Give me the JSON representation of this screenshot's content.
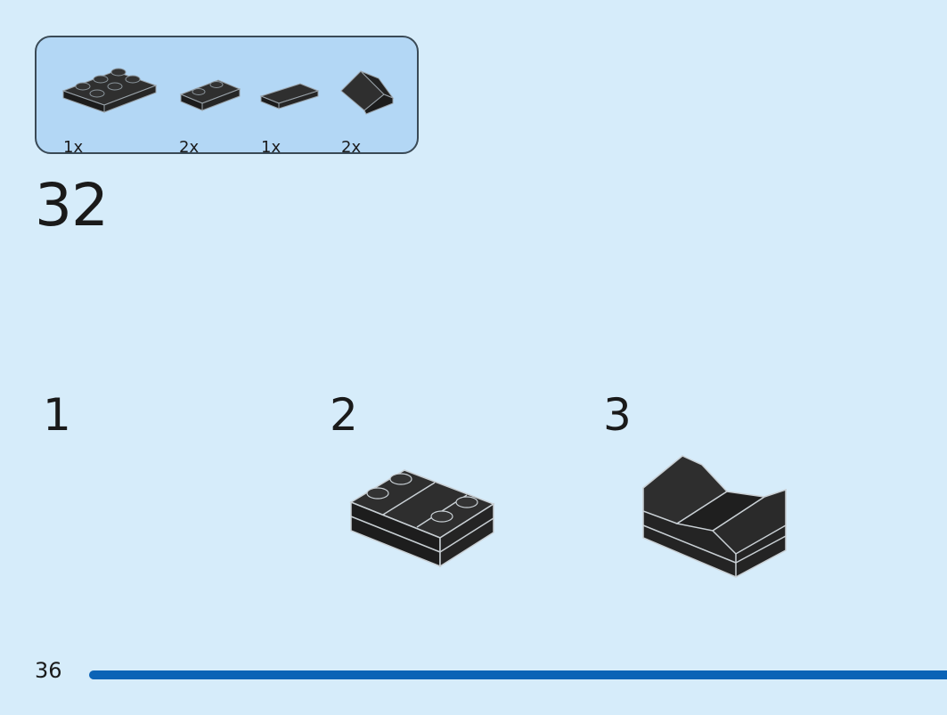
{
  "step": {
    "number": "32"
  },
  "parts": [
    {
      "qty": "1x",
      "icon": "plate-2x3-black"
    },
    {
      "qty": "2x",
      "icon": "plate-1x2-black"
    },
    {
      "qty": "1x",
      "icon": "tile-1x2-black"
    },
    {
      "qty": "2x",
      "icon": "slope-1x2-black"
    }
  ],
  "substeps": [
    "1",
    "2",
    "3"
  ],
  "page": {
    "number": "36"
  },
  "colors": {
    "background": "#d6ecfa",
    "parts_box": "#b3d7f5",
    "brick": "#2c2c2c",
    "progress_bar": "#0b63b6"
  }
}
